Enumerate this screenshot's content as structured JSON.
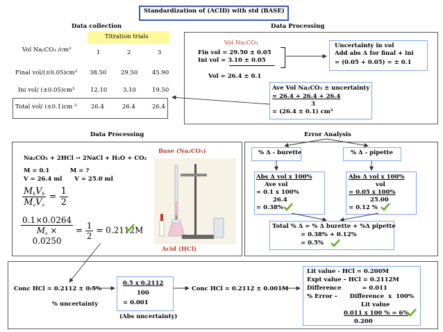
{
  "title": "Standardization of (ACID) with std (BASE)",
  "data_collection": {
    "heading": "Data collection",
    "titration_trials": "Titration trials",
    "vol_label": "Vol Na₂CO₃ /cm³",
    "trial_numbers": [
      "1",
      "2",
      "3"
    ],
    "rows": [
      {
        "label": "Final vol/(±0.05)cm³",
        "values": [
          "38.50",
          "29.50",
          "45.90"
        ]
      },
      {
        "label": "Ini vol/ (±0.05)cm³",
        "values": [
          "12.10",
          "3.10",
          "19.50"
        ]
      },
      {
        "label": "Total vol/ (±0.1)cm ³",
        "values": [
          "26.4",
          "26.4",
          "26.4"
        ]
      }
    ]
  },
  "data_processing_top": {
    "heading": "Data Processing",
    "vol_title": "Vol Na₂CO₃",
    "fin_vol": "Fin vol  =  29.50 ± 0.05",
    "ini_vol": "Ini vol  =   3.10 ± 0.05",
    "vol": "Vol  =  26.4 ± 0.1",
    "uncertainty_lines": [
      "Uncertainty in vol",
      "Add abs Δ for final + ini",
      "= (0.05 + 0.05) = ± 0.1"
    ],
    "ave_lines": [
      "Ave Vol Na₂CO₃ ± uncertainty",
      "= 26.4 + 26.4 + 26.4",
      "3",
      "= (26.4 ± 0.1) cm³"
    ]
  },
  "data_processing_mid": {
    "heading": "Data Processing",
    "equation": "Na₂CO₃  +  2HCl  →  2NaCl  +  H₂O  + CO₂",
    "m_line": "M = 0.1          M = ?",
    "v_line": "V = 26.4 ml      V = 25.0 ml",
    "ratio_rhs": "1",
    "ratio_den": "2",
    "calc_num": "0.1×0.0264",
    "calc_den": "0.0250",
    "calc_result": "= 0.2112M",
    "base_label": "Base (Na₂CO₃)",
    "acid_label": "Acid (HCl)"
  },
  "error_analysis": {
    "heading": "Error Analysis",
    "burette": "% Δ - burette",
    "pipette": "% Δ - pipette",
    "burette_calc": [
      "Abs Δ vol  x  100%",
      "Ave vol",
      "= 0.1  x  100%",
      "26.4",
      "= 0.38%"
    ],
    "pipette_calc": [
      "Abs Δ vol  x  100%",
      "vol",
      "= 0.05  x  100%",
      "25.00",
      "= 0.12 %"
    ],
    "total": [
      "Total % Δ = % Δ burette + %Δ pipette",
      "= 0.38% + 0.12%",
      "= 0.5%"
    ]
  },
  "bottom": {
    "conc_hcl_left": "Conc HCl = 0.2112 ± 0.5%",
    "pct_uncertainty": "% uncertainty",
    "calc_lines": [
      "0.5 x 0.2112",
      "100",
      "= 0.001"
    ],
    "abs_uncertainty": "(Abs uncertainty)",
    "conc_hcl_right": "Conc HCl = 0.2112 ± 0.001M",
    "lit_lines": [
      "Lit value   - HCl = 0.200M",
      "Expt value – HCl = 0.2112M",
      "Difference          = 0.011",
      "% Error –      Difference  x  100%",
      "Lit value",
      "0.011 x 100 %  = 6%",
      "0.200"
    ]
  },
  "colors": {
    "check": "#6aaa2a",
    "red": "#c0392b",
    "title_border": "#3355cc"
  }
}
